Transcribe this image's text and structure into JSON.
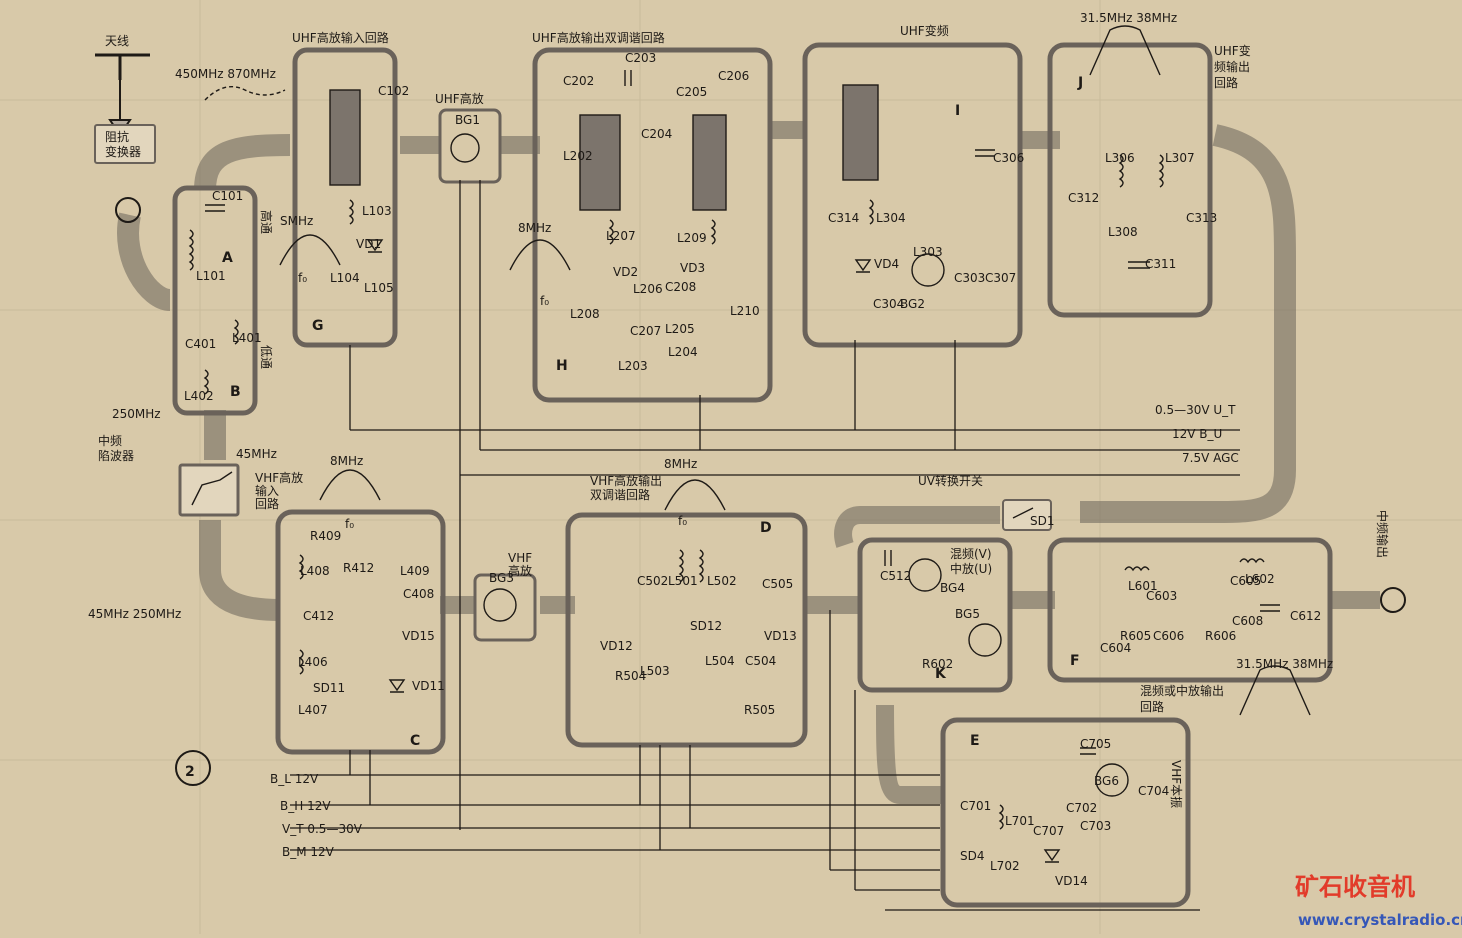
{
  "figure_number": "2",
  "colors": {
    "paper": "#d8c9a9",
    "ink": "#1e1a16",
    "arrow_fill": "#b7ada0",
    "box_frame": "#6a625a",
    "watermark_red": "#e23b2a",
    "watermark_blue": "#3557b8"
  },
  "blocks": {
    "antenna": "天线",
    "impedance_converter": [
      "阻抗",
      "变换器"
    ],
    "if_trap": [
      "中频",
      "陷波器"
    ],
    "uhf_input": "UHF高放输入回路",
    "uhf_amp": "UHF高放",
    "uhf_output": "UHF高放输出双调谐回路",
    "uhf_mixer": "UHF变频",
    "uhf_mixer_output": [
      "UHF变",
      "频输出",
      "回路"
    ],
    "vhf_input": [
      "VHF高放",
      "输入",
      "回路"
    ],
    "vhf_amp": [
      "VHF",
      "高放"
    ],
    "vhf_output": [
      "VHF高放输出",
      "双调谐回路"
    ],
    "mixer": [
      "混频(V)",
      "中放(U)"
    ],
    "mixer_output": [
      "混频或中放输出",
      "回路"
    ],
    "vhf_osc": "VHF本振",
    "uv_switch": "UV转换开关",
    "if_output": "中频输出",
    "high_pass": "高通",
    "low_pass": "低通"
  },
  "block_letters": [
    "A",
    "B",
    "C",
    "D",
    "E",
    "F",
    "G",
    "H",
    "I",
    "J",
    "K"
  ],
  "frequencies": {
    "uhf_band": "450MHz 870MHz",
    "vhf_low": "250MHz",
    "if_notch": "45MHz",
    "vhf_band": "45MHz 250MHz",
    "bw_8mhz": "8MHz",
    "bw_smhz": "SMHz",
    "f0": "f₀",
    "if_band": "31.5MHz 38MHz"
  },
  "supply_labels": {
    "bl": "B_L 12V",
    "bh": "B_H 12V",
    "vt": "V_T 0.5—30V",
    "bm": "B_M 12V",
    "ut": "0.5—30V  U_T",
    "bu": "12V  B_U",
    "agc": "7.5V  AGC"
  },
  "components": [
    "C101",
    "L101",
    "C401",
    "L401",
    "L402",
    "C102",
    "L103",
    "VD1",
    "L104",
    "L105",
    "BG1",
    "C202",
    "C203",
    "C205",
    "C206",
    "C204",
    "L202",
    "L207",
    "L209",
    "VD2",
    "VD3",
    "L206",
    "C208",
    "C207",
    "L205",
    "L208",
    "L203",
    "L204",
    "L210",
    "C314",
    "L304",
    "L303",
    "VD4",
    "C304",
    "BG2",
    "C303",
    "C307",
    "C306",
    "L306",
    "L307",
    "C312",
    "L308",
    "C313",
    "C311",
    "R409",
    "L408",
    "R412",
    "L409",
    "C408",
    "C412",
    "L406",
    "VD15",
    "SD11",
    "VD11",
    "L407",
    "BG3",
    "C502",
    "L501",
    "L502",
    "C505",
    "VD12",
    "R504",
    "L503",
    "SD12",
    "L504",
    "C504",
    "VD13",
    "R505",
    "C512",
    "BG4",
    "BG5",
    "R602",
    "SD1",
    "L601",
    "C603",
    "R605",
    "C606",
    "R606",
    "C605",
    "L602",
    "C604",
    "C608",
    "C612",
    "C705",
    "BG6",
    "C701",
    "L701",
    "C707",
    "C702",
    "C703",
    "C704",
    "SD4",
    "L702",
    "VD14"
  ],
  "watermark": {
    "cn": "矿石收音机",
    "url": "www.crystalradio.cn"
  }
}
